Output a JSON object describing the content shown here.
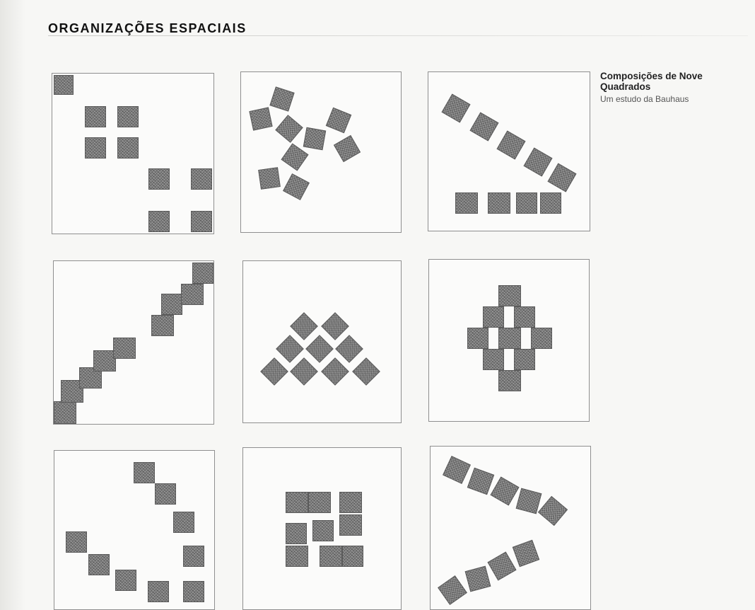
{
  "page": {
    "title": "ORGANIZAÇÕES ESPACIAIS"
  },
  "caption": {
    "title": "Composições de Nove Quadrados",
    "subtitle": "Um estudo da Bauhaus"
  },
  "colors": {
    "ink": "#777777",
    "panel_border": "#8f8f8f"
  }
}
